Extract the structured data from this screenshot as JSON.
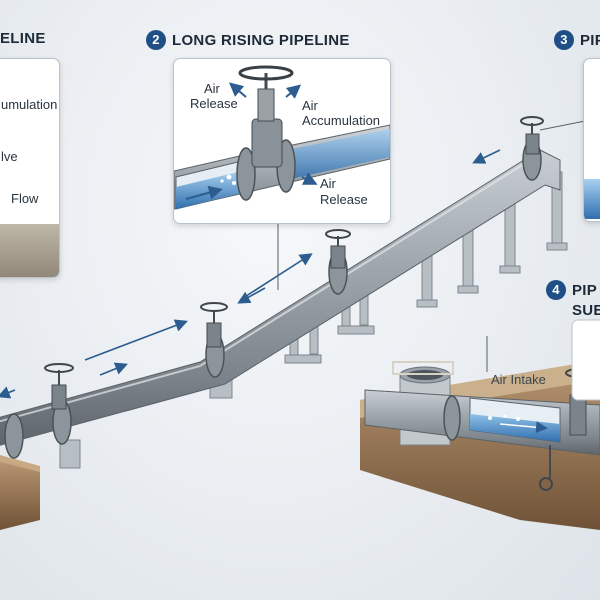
{
  "sections": {
    "s1": {
      "title": "ELINE"
    },
    "s2": {
      "number": "2",
      "title": "LONG RISING PIPELINE"
    },
    "s3": {
      "number": "3",
      "title": "PIP"
    },
    "s4": {
      "number": "4",
      "title_line1": "PIP",
      "title_line2": "SUE"
    }
  },
  "callout_left": {
    "labels": [
      "umulation",
      "lve",
      "Flow"
    ]
  },
  "callout_main": {
    "air_release_left": [
      "Air",
      "Release"
    ],
    "air_accumulation": [
      "Air",
      "Accumulation"
    ],
    "air_release_right": [
      "Air",
      "Release"
    ]
  },
  "ground_section": {
    "air_intake": "Air Intake"
  },
  "colors": {
    "badge": "#1f4f86",
    "pipe": "#8f979e",
    "water": "#2f6fae",
    "soil": "#8a6a4a",
    "arrow": "#2c5c90"
  }
}
